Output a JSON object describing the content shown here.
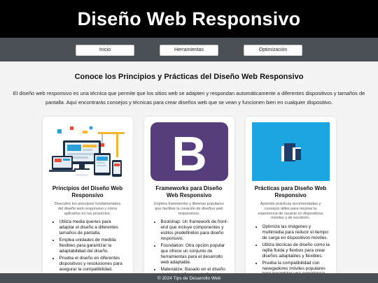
{
  "header": {
    "title": "Diseño Web Responsivo"
  },
  "nav": {
    "items": [
      "Inicio",
      "Herramientas",
      "Optimización"
    ]
  },
  "intro": {
    "title": "Conoce los Principios y Prácticas del Diseño Web Responsivo",
    "text": "El diseño web responsivo es una técnica que permite que los sitios web se adapten y respondan automáticamente a diferentes dispositivos y tamaños de pantalla. Aquí encontrarás consejos y técnicas para crear diseños web que se vean y funcionen bien en cualquier dispositivo."
  },
  "cards": [
    {
      "icon": "responsive-devices-illustration",
      "title": "Principios del Diseño Web Responsivo",
      "subtitle": "Descubre los principios fundamentales del diseño web responsivo y cómo aplicarlos en tus proyectos.",
      "items": [
        "Utiliza media queries para adaptar el diseño a diferentes tamaños de pantalla.",
        "Emplea unidades de medida flexibles para garantizar la adaptabilidad del diseño.",
        "Prueba el diseño en diferentes dispositivos y resoluciones para asegurar la compatibilidad."
      ]
    },
    {
      "icon": "bootstrap-logo",
      "logo_letter": "B",
      "title": "Frameworks para Diseño Web Responsivo",
      "subtitle": "Explora frameworks y librerías populares que facilitan la creación de diseños web responsivos.",
      "items": [
        "Bootstrap: Un framework de front-end que incluye componentes y estilos predefinidos para diseño responsivo.",
        "Foundation: Otra opción popular que ofrece un conjunto de herramientas para el desarrollo web adaptable.",
        "Materialize: Basado en el diseño de Material Design de Google."
      ]
    },
    {
      "icon": "responsive-blocks-logo",
      "title": "Prácticas para Diseño Web Responsivo",
      "subtitle": "Aprende prácticas recomendadas y consejos útiles para mejorar la experiencia de usuario en dispositivos móviles y de escritorio.",
      "items": [
        "Optimiza las imágenes y multimedia para reducir el tiempo de carga en dispositivos móviles.",
        "Utiliza técnicas de diseño como la rejilla fluida y flexbox para crear diseños adaptables y flexibles.",
        "Prueba la compatibilidad con navegadores móviles populares para garantizar una experiencia consistente."
      ]
    }
  ],
  "footer": {
    "text": "© 2024 Tips de Desarrollo Web"
  },
  "colors": {
    "header_bg": "#000000",
    "nav_bg": "#4b5055",
    "bootstrap_purple": "#563d7c",
    "blocks_cyan": "#1ba6e0",
    "blocks_navy": "#1f3e66"
  }
}
